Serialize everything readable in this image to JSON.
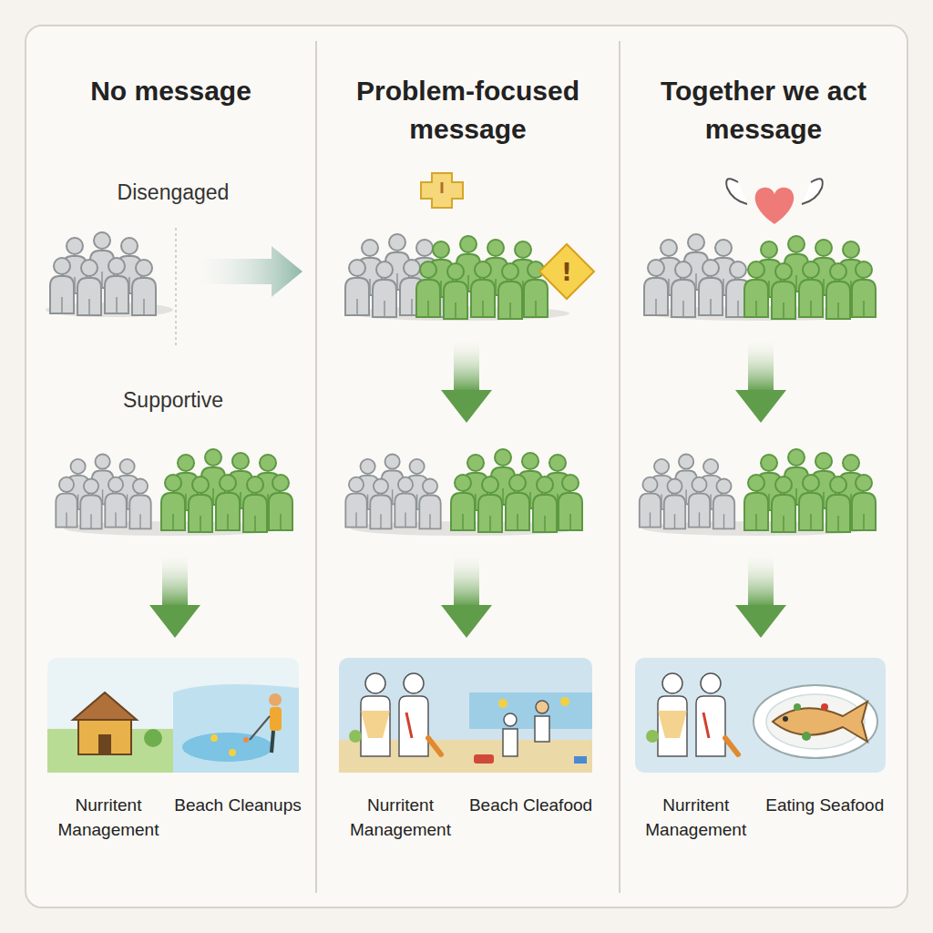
{
  "diagram": {
    "nodes": [
      {
        "text": [
          "No message"
        ]
      },
      {
        "text": [
          "Nurritent Management",
          "Beach Cleanups"
        ],
        "in": 0
      },
      {
        "text": [
          "Problem-focused message"
        ]
      },
      {
        "text": [
          "Nurritent Management",
          "Beach Cleafood"
        ],
        "in": 2
      },
      {
        "text": [
          "Together we act message"
        ]
      },
      {
        "text": [
          "Nurritent Management",
          "Eating Seafood"
        ],
        "in": 4
      }
    ],
    "labels": [
      "Disengaged",
      "Supportive"
    ]
  }
}
